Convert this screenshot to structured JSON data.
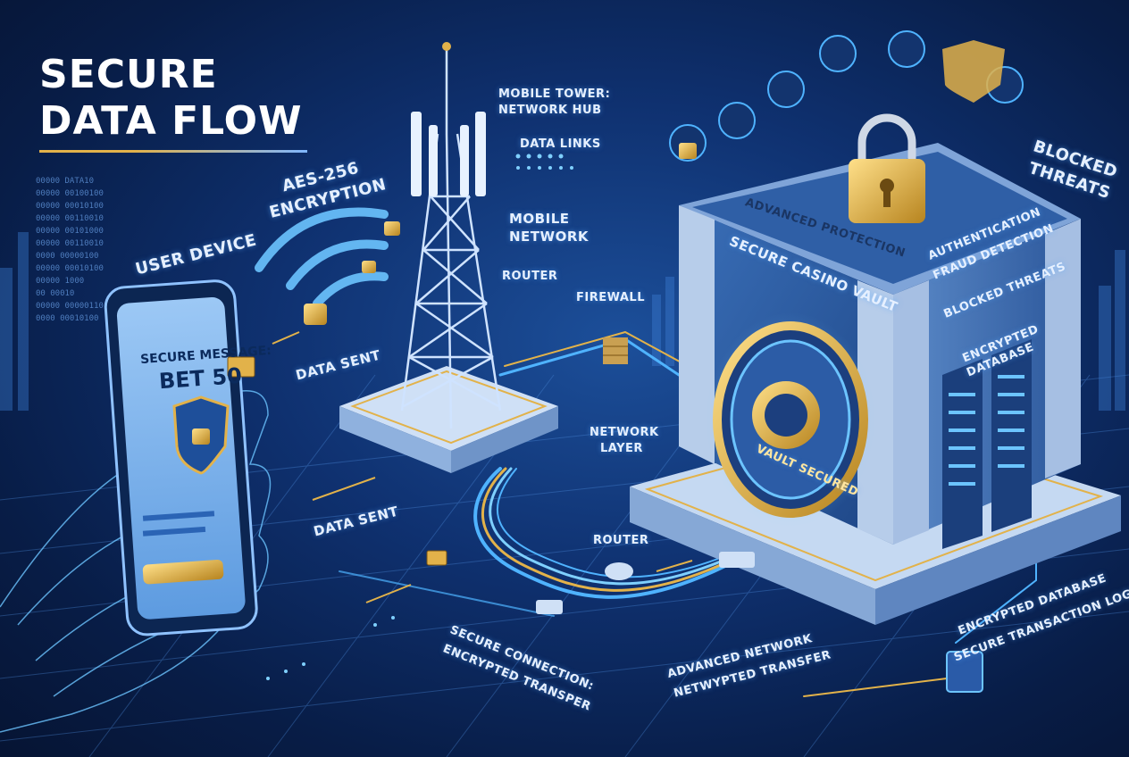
{
  "title": {
    "line1": "SECURE",
    "line2": "DATA FLOW"
  },
  "labels": {
    "user_device": "USER DEVICE",
    "aes": "AES-256",
    "encryption": "ENCRYPTION",
    "data_sent_top": "DATA SENT",
    "data_sent_bottom": "DATA SENT",
    "mobile_tower_1": "MOBILE TOWER:",
    "mobile_tower_2": "NETWORK HUB",
    "data_links": "DATA LINKS",
    "mobile_network_1": "MOBILE",
    "mobile_network_2": "NETWORK",
    "router_top": "ROUTER",
    "firewall": "FIREWALL",
    "network_layer_1": "NETWORK",
    "network_layer_2": "LAYER",
    "router_bottom": "ROUTER",
    "secure_conn_1": "SECURE CONNECTION:",
    "secure_conn_2": "ENCRYPTED TRANSPER",
    "adv_network_1": "ADVANCED NETWORK",
    "adv_network_2": "NETWYPTED TRANSFER",
    "enc_db_logs_1": "ENCRYPTED DATABASE",
    "enc_db_logs_2": "SECURE TRANSACTION LOGS",
    "blocked_threats_top_1": "BLOCKED",
    "blocked_threats_top_2": "THREATS",
    "advanced_protection": "ADVANCED PROTECTION",
    "authentication": "AUTHENTICATION",
    "fraud_detection": "FRAUD DETECTION",
    "secure_casino_vault": "SECURE CASINO VAULT",
    "blocked_threats_side": "BLOCKED THREATS",
    "encrypted_db_1": "ENCRYPTED",
    "encrypted_db_2": "DATABASE",
    "vault_secured": "VAULT SECURED"
  },
  "phone": {
    "message_label": "SECURE MESSAGE:",
    "message_value": "BET 50"
  },
  "code_lines": [
    "00000 DATA10",
    "00000 00100100",
    "00000 00010100",
    "00000 00110010",
    "00000 00101000",
    "00000 00110010",
    "0000 00000100",
    "00000 00010100",
    "00000 1000",
    "00 00010",
    "00000 00000110",
    "0000 00010100"
  ],
  "colors": {
    "accent_gold": "#e2b24a",
    "glow_blue": "#4fb3ff",
    "background": "#0f3170"
  }
}
